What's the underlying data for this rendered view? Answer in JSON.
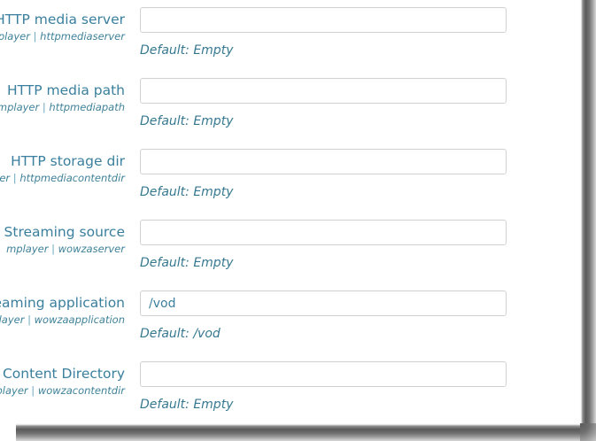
{
  "window": {
    "background_color": "#ffffff",
    "label_color": "#3a7f9d",
    "hint_color": "#36788f",
    "input_border_color": "#d2d2d2"
  },
  "settings": {
    "rows": [
      {
        "label": "HTTP media server",
        "path_prefix": "player",
        "path_separator": "|",
        "path_key": "httpmediaserver",
        "value": "",
        "placeholder": "",
        "default_hint": "Default: Empty"
      },
      {
        "label": "HTTP media path",
        "path_prefix": "mplayer",
        "path_separator": "|",
        "path_key": "httpmediapath",
        "value": "",
        "placeholder": "",
        "default_hint": "Default: Empty"
      },
      {
        "label": "HTTP storage dir",
        "path_prefix": "er",
        "path_separator": "|",
        "path_key": "httpmediacontentdir",
        "value": "",
        "placeholder": "",
        "default_hint": "Default: Empty"
      },
      {
        "label": "MP Streaming source",
        "path_prefix": "mplayer",
        "path_separator": "|",
        "path_key": "wowzaserver",
        "value": "",
        "placeholder": "",
        "default_hint": "Default: Empty"
      },
      {
        "label": "treaming application",
        "path_prefix": "layer",
        "path_separator": "|",
        "path_key": "wowzaapplication",
        "value": "/vod",
        "placeholder": "",
        "default_hint": "Default: /vod"
      },
      {
        "label": "Content Directory",
        "path_prefix": "player",
        "path_separator": "|",
        "path_key": "wowzacontentdir",
        "value": "",
        "placeholder": "",
        "default_hint": "Default: Empty"
      }
    ]
  }
}
